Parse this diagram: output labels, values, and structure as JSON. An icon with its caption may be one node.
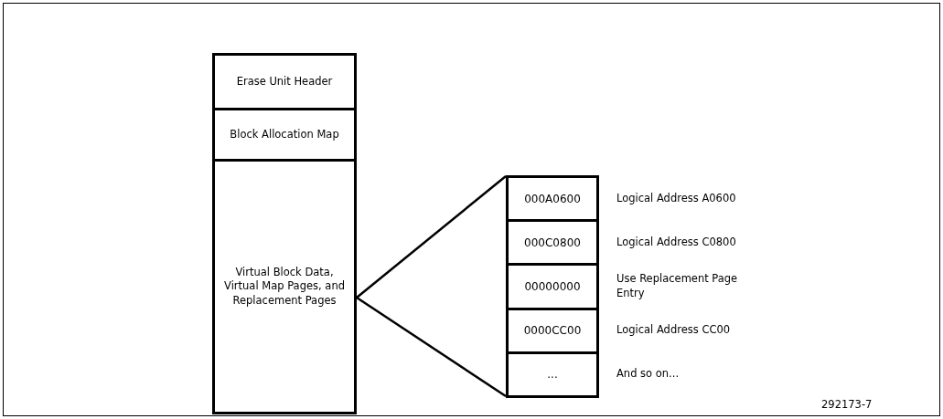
{
  "diagram": {
    "nodes": [
      {
        "text": [
          "Erase Unit Header"
        ]
      },
      {
        "text": [
          "Block Allocation Map"
        ]
      },
      {
        "text": [
          "Virtual Block Data, Virtual Map Pages, and Replacement Pages"
        ]
      },
      {
        "text": [],
        "shape": "box"
      },
      {
        "text": [
          "000A0600"
        ],
        "in": 3,
        "beside": [
          "Logical Address A0600"
        ]
      },
      {
        "text": [
          "000C0800"
        ],
        "in": 3,
        "beside": [
          "Logical Address C0800"
        ]
      },
      {
        "text": [
          "00000000"
        ],
        "in": 3,
        "beside": [
          "Use Replacement Page Entry"
        ]
      },
      {
        "text": [
          "0000CC00"
        ],
        "in": 3,
        "beside": [
          "Logical Address CC00"
        ]
      },
      {
        "text": [
          "..."
        ],
        "in": 3,
        "beside": [
          "And so on..."
        ]
      }
    ],
    "edges": [
      {
        "from": 2,
        "to": 3,
        "arrow": "none"
      },
      {
        "from": 2,
        "to": 3,
        "arrow": "none"
      }
    ],
    "labels": [
      "292173-7"
    ]
  }
}
